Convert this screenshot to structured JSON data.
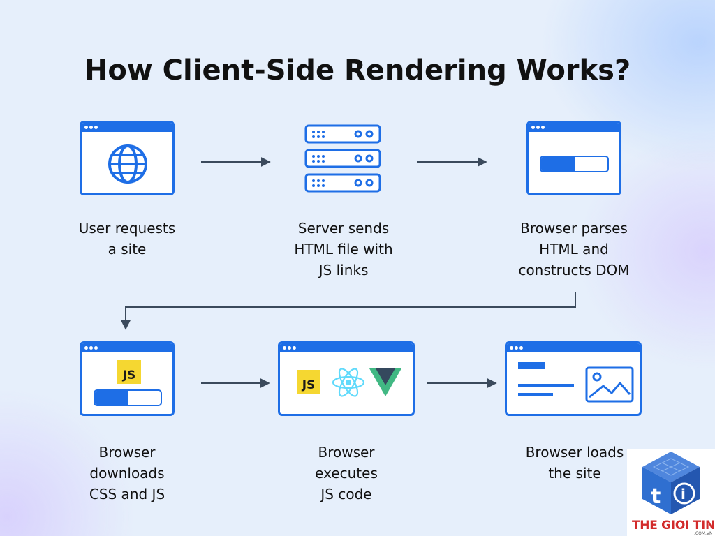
{
  "title": "How Client-Side Rendering Works?",
  "steps": [
    {
      "lines": [
        "User requests",
        "a site"
      ]
    },
    {
      "lines": [
        "Server sends",
        "HTML file with",
        "JS links"
      ]
    },
    {
      "lines": [
        "Browser parses",
        "HTML and",
        "constructs DOM"
      ]
    },
    {
      "lines": [
        "Browser",
        "downloads",
        "CSS and JS"
      ]
    },
    {
      "lines": [
        "Browser",
        "executes",
        "JS code"
      ]
    },
    {
      "lines": [
        "Browser loads",
        "the site"
      ]
    }
  ],
  "badges": {
    "js": "JS"
  },
  "progress": {
    "parse": 0.5,
    "download": 0.5
  },
  "logo": {
    "name": "THE GIOI TINHOC",
    "domain": ".COM.VN"
  },
  "colors": {
    "accent": "#1e6ee6",
    "js": "#f5d731",
    "react": "#61dafb",
    "vue_green": "#41b883",
    "vue_dark": "#35495e",
    "logo_red": "#d22b2b",
    "logo_blue": "#2f6fd0"
  }
}
